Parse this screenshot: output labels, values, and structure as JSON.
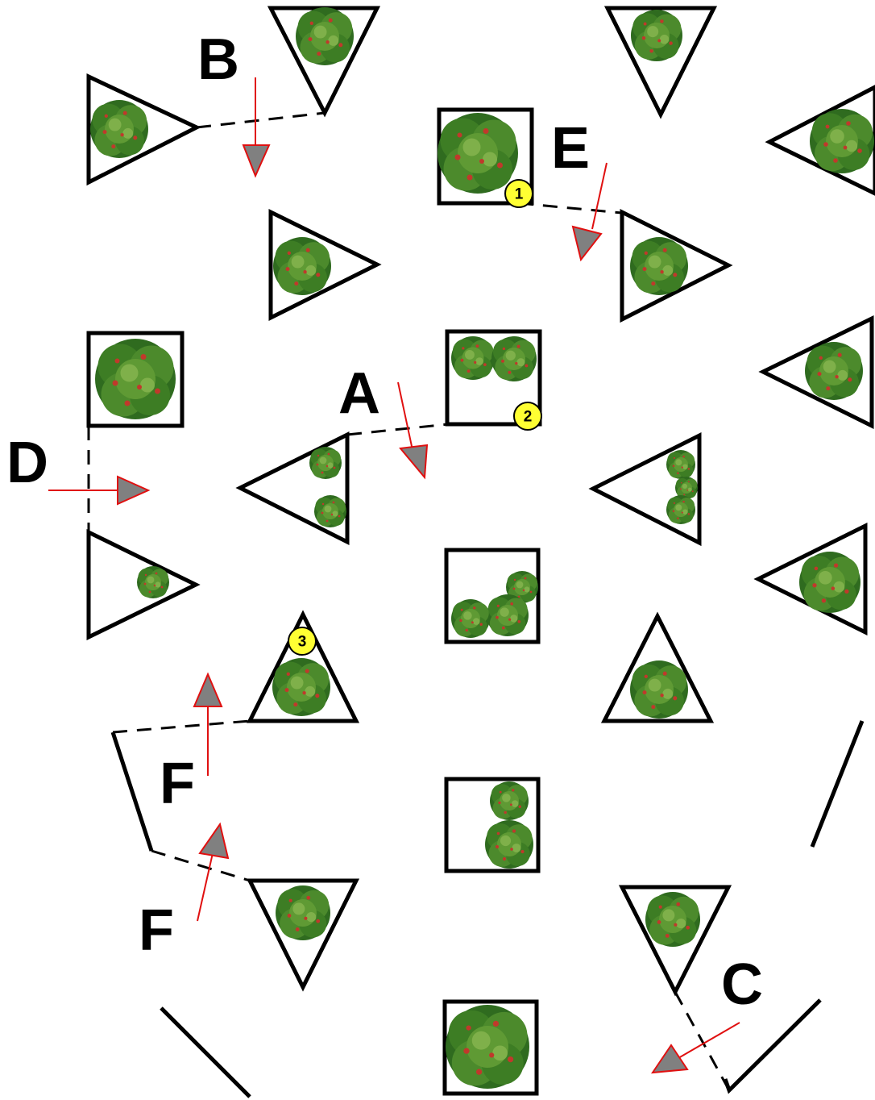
{
  "labels": {
    "A": "A",
    "B": "B",
    "C": "C",
    "D": "D",
    "E": "E",
    "F1": "F",
    "F2": "F"
  },
  "markers": {
    "m1": "1",
    "m2": "2",
    "m3": "3"
  },
  "colors": {
    "outline": "#000000",
    "arrow_line": "#e01010",
    "arrow_head": "#808080",
    "marker_fill": "#ffff33",
    "shrub_dark": "#2f6b1f",
    "shrub_mid": "#4c8a2c",
    "shrub_light": "#7fb04a",
    "shrub_berry": "#c0392b"
  },
  "icons": {
    "shrub": "shrub-icon",
    "view_arrow": "arrow-icon"
  }
}
